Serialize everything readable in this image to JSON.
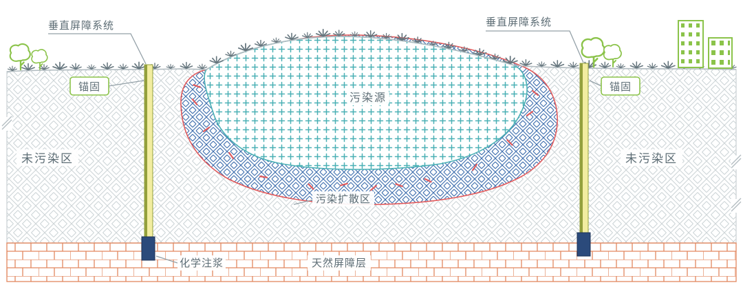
{
  "diagram": {
    "labels": {
      "barrier_left": "垂直屏障系统",
      "barrier_right": "垂直屏障系统",
      "anchor_left": "锚固",
      "anchor_right": "锚固",
      "uncontaminated_left": "未污染区",
      "uncontaminated_right": "未污染区",
      "pollution_source": "污染源",
      "pollution_diffusion": "污染扩散区",
      "chemical_grouting": "化学注浆",
      "natural_barrier": "天然屏障层"
    }
  },
  "colors": {
    "soil_line": "#ccd3d6",
    "ground_line": "#b2bcc1",
    "teal": "#4ab0b5",
    "blue": "#3f6fae",
    "red": "#e25b5c",
    "barrier_yellow": "#f2eda0",
    "barrier_green": "#93a03c",
    "anchor_navy": "#2b4a7b",
    "brick": "#e2875f",
    "green": "#8bc34a",
    "text": "#5d6d75",
    "tuft": "#66767e",
    "leader": "#93a0a7"
  }
}
